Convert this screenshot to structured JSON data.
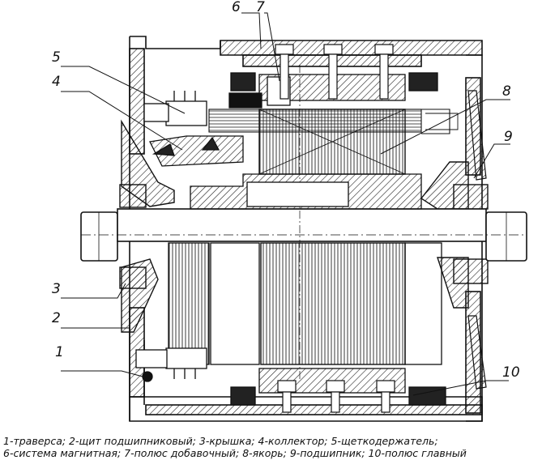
{
  "callouts": {
    "c1": "1",
    "c2": "2",
    "c3": "3",
    "c4": "4",
    "c5": "5",
    "c6": "6",
    "c7": "7",
    "c8": "8",
    "c9": "9",
    "c10": "10"
  },
  "legend": {
    "line1": "1-траверса; 2-щит подшипниковый; 3-крышка; 4-коллектор; 5-щеткодержатель;",
    "line2": "6-система магнитная; 7-полюс добавочный; 8-якорь; 9-подшипник; 10-полюс главный"
  },
  "colors": {
    "ink": "#111111",
    "hatch": "#555555",
    "background": "#ffffff"
  }
}
